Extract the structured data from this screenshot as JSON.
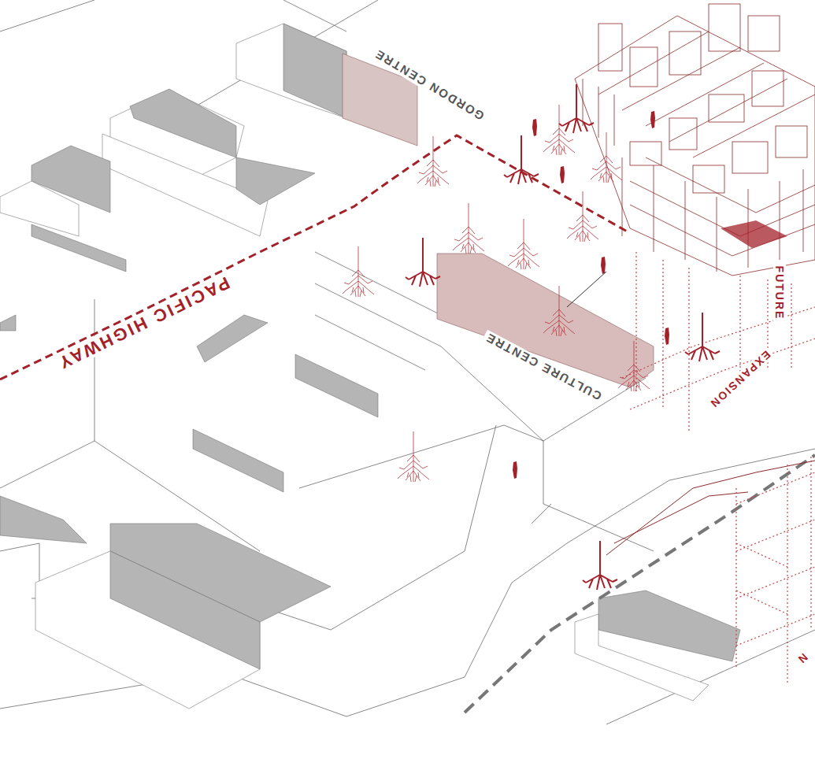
{
  "diagram": {
    "labels": [
      "GORDON CENTRE",
      "PACIFIC HIGHWAY",
      "CULTURE CENTRE",
      "FUTURE",
      "EXPANSION",
      "N"
    ]
  }
}
